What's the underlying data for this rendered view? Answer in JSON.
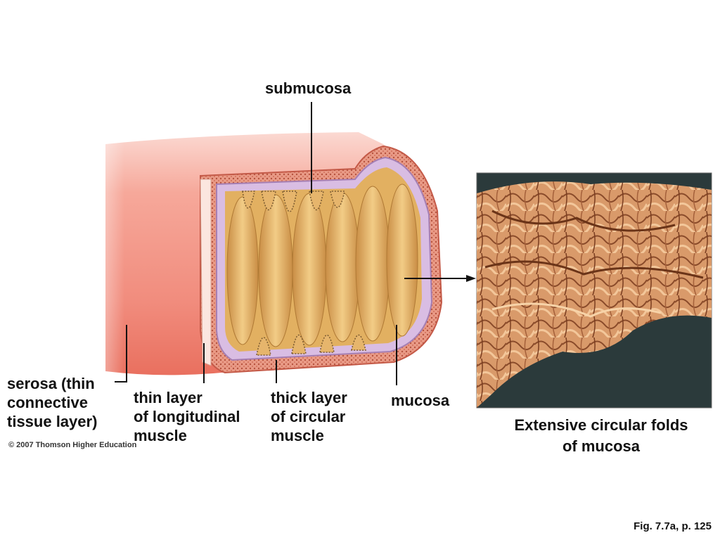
{
  "labels": {
    "submucosa": "submucosa",
    "serosa": "serosa (thin\nconnective\ntissue layer)",
    "longitudinal": "thin layer\nof longitudinal\nmuscle",
    "circular": "thick layer\nof circular\nmuscle",
    "mucosa": "mucosa"
  },
  "caption": "Extensive circular folds\nof mucosa",
  "copyright": "© 2007 Thomson Higher Education",
  "figure_ref": "Fig. 7.7a, p. 125",
  "colors": {
    "serosa": "#f08a7c",
    "muscle": "#e8a08c",
    "submucosa": "#d7b8e0",
    "mucosa_fold": "#d9a45a",
    "photo_bg": "#2c3a3a"
  }
}
